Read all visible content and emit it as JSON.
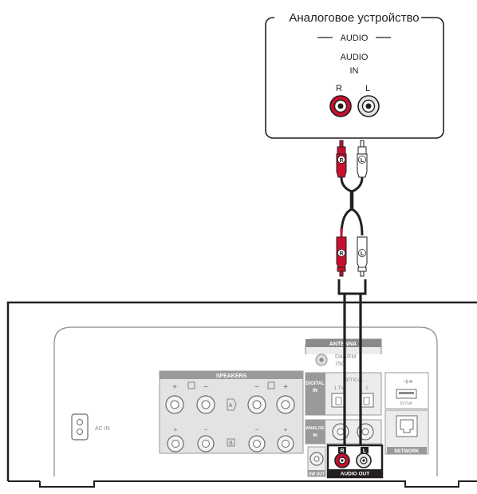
{
  "device_box": {
    "title": "Аналоговое устройство",
    "group_label": "AUDIO",
    "input_label_line1": "AUDIO",
    "input_label_line2": "IN",
    "right_channel": "R",
    "left_channel": "L"
  },
  "cable": {
    "plug_right": "R",
    "plug_left": "L"
  },
  "rear_panel": {
    "antenna_label": "ANTENNA",
    "antenna_sub1": "DAB/FM",
    "antenna_sub2": "75Ω",
    "speakers_label": "SPEAKERS",
    "speaker_a": "A",
    "speaker_b": "B",
    "plus_sign": "+",
    "minus_sign": "−",
    "digital_in_line1": "DIGITAL",
    "digital_in_line2": "IN",
    "optical_label": "OPTICAL",
    "optical_1": "1 TV",
    "optical_2": "2",
    "usb_label": "5V/1A",
    "network_label": "NETWORK",
    "ac_in_label": "AC IN",
    "analog_in_line1": "ANALOG",
    "analog_in_line2": "IN",
    "sw_out_label": "SW OUT",
    "audio_out_label": "AUDIO OUT",
    "out_r": "R",
    "out_l": "L"
  },
  "colors": {
    "right_red": "#c8102e",
    "outline": "#231f20",
    "panel_gray": "#d9d9d9",
    "jack_gray": "#8a8a8a"
  }
}
